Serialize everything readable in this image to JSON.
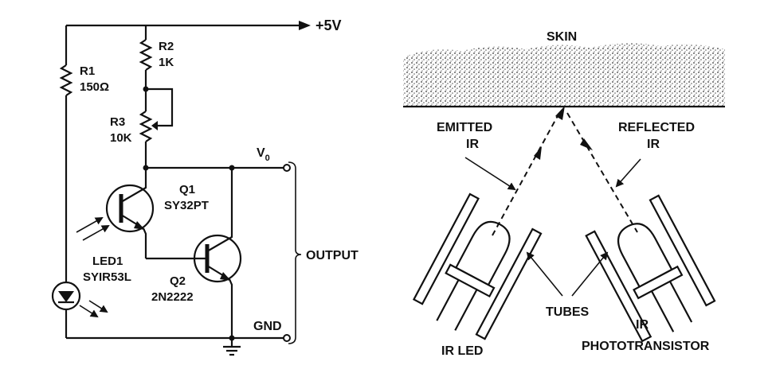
{
  "circuit": {
    "supply_label": "+5V",
    "r1": {
      "name": "R1",
      "value": "150Ω"
    },
    "r2": {
      "name": "R2",
      "value": "1K"
    },
    "r3": {
      "name": "R3",
      "value": "10K"
    },
    "q1": {
      "name": "Q1",
      "part": "SY32PT"
    },
    "q2": {
      "name": "Q2",
      "part": "2N2222"
    },
    "led1": {
      "name": "LED1",
      "part": "SYIR53L"
    },
    "vo_label": "V",
    "vo_sub": "0",
    "output_label": "OUTPUT",
    "gnd_label": "GND"
  },
  "sensor": {
    "skin_label": "SKIN",
    "emitted_line1": "EMITTED",
    "emitted_line2": "IR",
    "reflected_line1": "REFLECTED",
    "reflected_line2": "IR",
    "tubes_label": "TUBES",
    "ir_led_label": "IR LED",
    "ir_photo_line1": "IR",
    "ir_photo_line2": "PHOTOTRANSISTOR"
  }
}
